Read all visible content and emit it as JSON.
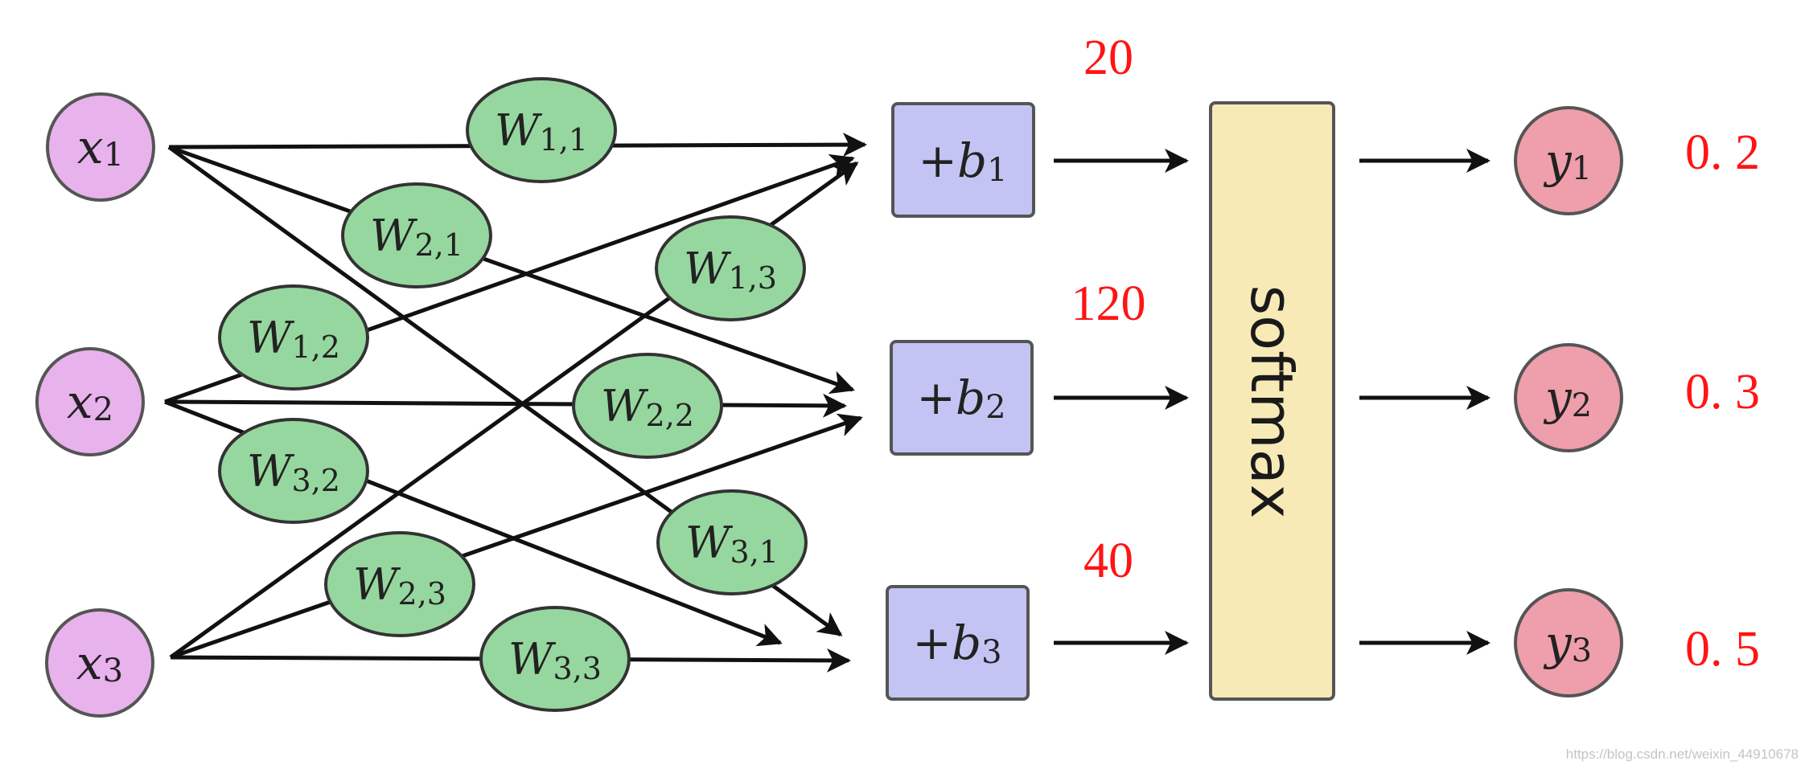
{
  "inputs": [
    {
      "label": "x",
      "sub": "1"
    },
    {
      "label": "x",
      "sub": "2"
    },
    {
      "label": "x",
      "sub": "3"
    }
  ],
  "weights": [
    {
      "label": "W",
      "sub": "1,1"
    },
    {
      "label": "W",
      "sub": "2,1"
    },
    {
      "label": "W",
      "sub": "1,3"
    },
    {
      "label": "W",
      "sub": "1,2"
    },
    {
      "label": "W",
      "sub": "2,2"
    },
    {
      "label": "W",
      "sub": "3,2"
    },
    {
      "label": "W",
      "sub": "3,1"
    },
    {
      "label": "W",
      "sub": "2,3"
    },
    {
      "label": "W",
      "sub": "3,3"
    }
  ],
  "biases": [
    {
      "prefix": "+b",
      "sub": "1"
    },
    {
      "prefix": "+b",
      "sub": "2"
    },
    {
      "prefix": "+b",
      "sub": "3"
    }
  ],
  "softmax_label": "softmax",
  "outputs": [
    {
      "label": "y",
      "sub": "1"
    },
    {
      "label": "y",
      "sub": "2"
    },
    {
      "label": "y",
      "sub": "3"
    }
  ],
  "logits": [
    "20",
    "120",
    "40"
  ],
  "probabilities": [
    "0. 2",
    "0. 3",
    "0. 5"
  ],
  "colors": {
    "input": "#e8b2ec",
    "weight": "#96d79f",
    "bias": "#c4c4f4",
    "softmax": "#f7eab7",
    "output": "#ef9eac",
    "annotation": "#ff1414"
  },
  "watermark": "https://blog.csdn.net/weixin_44910678"
}
